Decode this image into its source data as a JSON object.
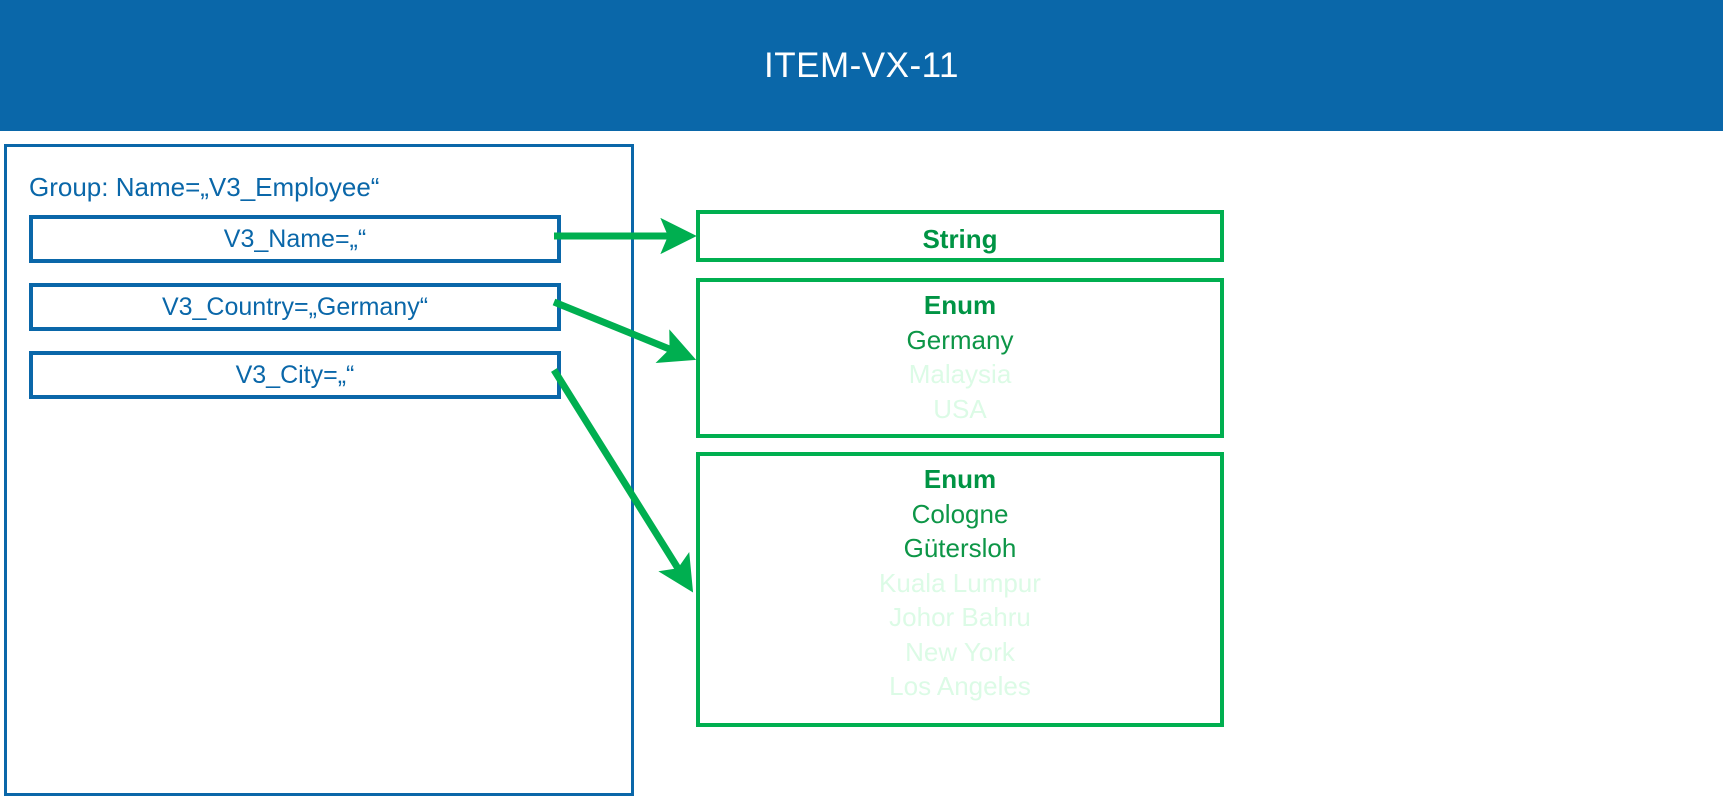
{
  "header": {
    "title": "ITEM-VX-11",
    "background_color": "#0A67A9",
    "text_color": "#FFFFFF"
  },
  "colors": {
    "blue": "#0A67A9",
    "green_border": "#00AF50",
    "green_text": "#0D9647",
    "green_dim_text": "#DCFBE6",
    "arrow_green": "#00AF50",
    "background": "#FFFFFF"
  },
  "group_panel": {
    "label": "Group: Name=„V3_Employee“",
    "fields": [
      {
        "name": "v3-name",
        "label": "V3_Name=„“"
      },
      {
        "name": "v3-country",
        "label": "V3_Country=„Germany“"
      },
      {
        "name": "v3-city",
        "label": "V3_City=„“"
      }
    ]
  },
  "type_boxes": [
    {
      "name": "string-type",
      "kind": "String",
      "values": []
    },
    {
      "name": "country-enum-type",
      "kind": "Enum",
      "values": [
        {
          "text": "Germany",
          "dimmed": false
        },
        {
          "text": "Malaysia",
          "dimmed": true
        },
        {
          "text": "USA",
          "dimmed": true
        }
      ]
    },
    {
      "name": "city-enum-type",
      "kind": "Enum",
      "values": [
        {
          "text": "Cologne",
          "dimmed": false
        },
        {
          "text": "Gütersloh",
          "dimmed": false
        },
        {
          "text": "Kuala Lumpur",
          "dimmed": true
        },
        {
          "text": "Johor Bahru",
          "dimmed": true
        },
        {
          "text": "New York",
          "dimmed": true
        },
        {
          "text": "Los Angeles",
          "dimmed": true
        }
      ]
    }
  ],
  "connectors": [
    {
      "name": "arrow-name-to-string",
      "from": "v3-name",
      "to": "string-type"
    },
    {
      "name": "arrow-country-to-enum",
      "from": "v3-country",
      "to": "country-enum-type"
    },
    {
      "name": "arrow-city-to-enum",
      "from": "v3-city",
      "to": "city-enum-type"
    }
  ]
}
